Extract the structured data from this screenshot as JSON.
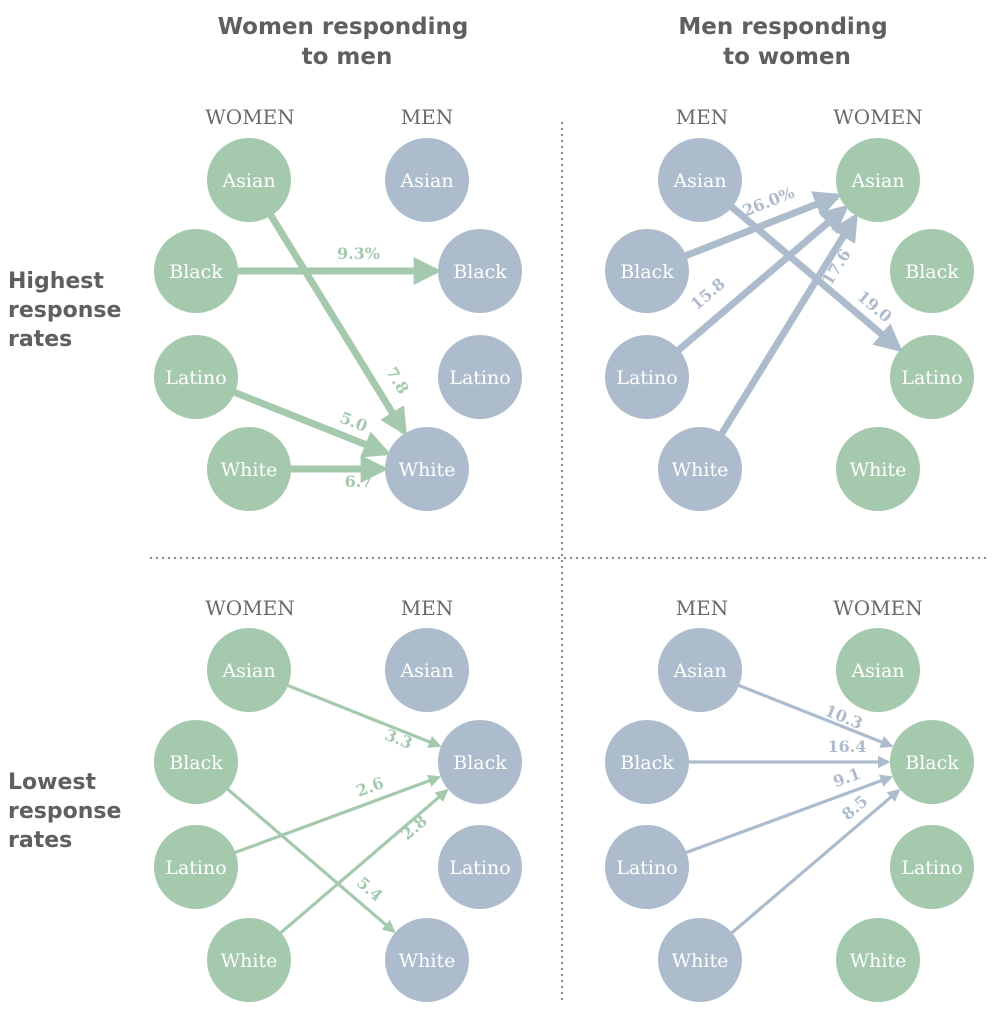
{
  "column_titles": [
    [
      "Women responding",
      "to men"
    ],
    [
      "Men responding",
      "to women"
    ]
  ],
  "row_labels": [
    [
      "Highest",
      "response",
      "rates"
    ],
    [
      "Lowest",
      "response",
      "rates"
    ]
  ],
  "colors": {
    "women": "#a5c9ad",
    "men": "#adbccd",
    "arrow_women": "#a5c9ad",
    "arrow_men": "#adbccd",
    "divider": "#8a8a8a"
  },
  "groups": [
    "Asian",
    "Black",
    "Latino",
    "White"
  ],
  "panels": [
    {
      "id": "top-left",
      "left_header": "WOMEN",
      "right_header": "MEN",
      "left_side": "women",
      "right_side": "men",
      "arrows": [
        {
          "from": "Asian",
          "to": "White",
          "value": "7.8"
        },
        {
          "from": "Black",
          "to": "Black",
          "value": "9.3%"
        },
        {
          "from": "Latino",
          "to": "White",
          "value": "5.0"
        },
        {
          "from": "White",
          "to": "White",
          "value": "6.7"
        }
      ]
    },
    {
      "id": "top-right",
      "left_header": "MEN",
      "right_header": "WOMEN",
      "left_side": "men",
      "right_side": "women",
      "arrows": [
        {
          "from": "Black",
          "to": "Asian",
          "value": "26.0%"
        },
        {
          "from": "Asian",
          "to": "Latino",
          "value": "19.0"
        },
        {
          "from": "Latino",
          "to": "Asian",
          "value": "15.8"
        },
        {
          "from": "White",
          "to": "Asian",
          "value": "17.6"
        }
      ]
    },
    {
      "id": "bottom-left",
      "left_header": "WOMEN",
      "right_header": "MEN",
      "left_side": "women",
      "right_side": "men",
      "arrows": [
        {
          "from": "Asian",
          "to": "Black",
          "value": "3.3"
        },
        {
          "from": "Latino",
          "to": "Black",
          "value": "2.6"
        },
        {
          "from": "White",
          "to": "Black",
          "value": "2.8"
        },
        {
          "from": "Black",
          "to": "White",
          "value": "5.4"
        }
      ]
    },
    {
      "id": "bottom-right",
      "left_header": "MEN",
      "right_header": "WOMEN",
      "left_side": "men",
      "right_side": "women",
      "arrows": [
        {
          "from": "Asian",
          "to": "Black",
          "value": "10.3"
        },
        {
          "from": "Black",
          "to": "Black",
          "value": "16.4"
        },
        {
          "from": "Latino",
          "to": "Black",
          "value": "9.1"
        },
        {
          "from": "White",
          "to": "Black",
          "value": "8.5"
        }
      ]
    }
  ]
}
